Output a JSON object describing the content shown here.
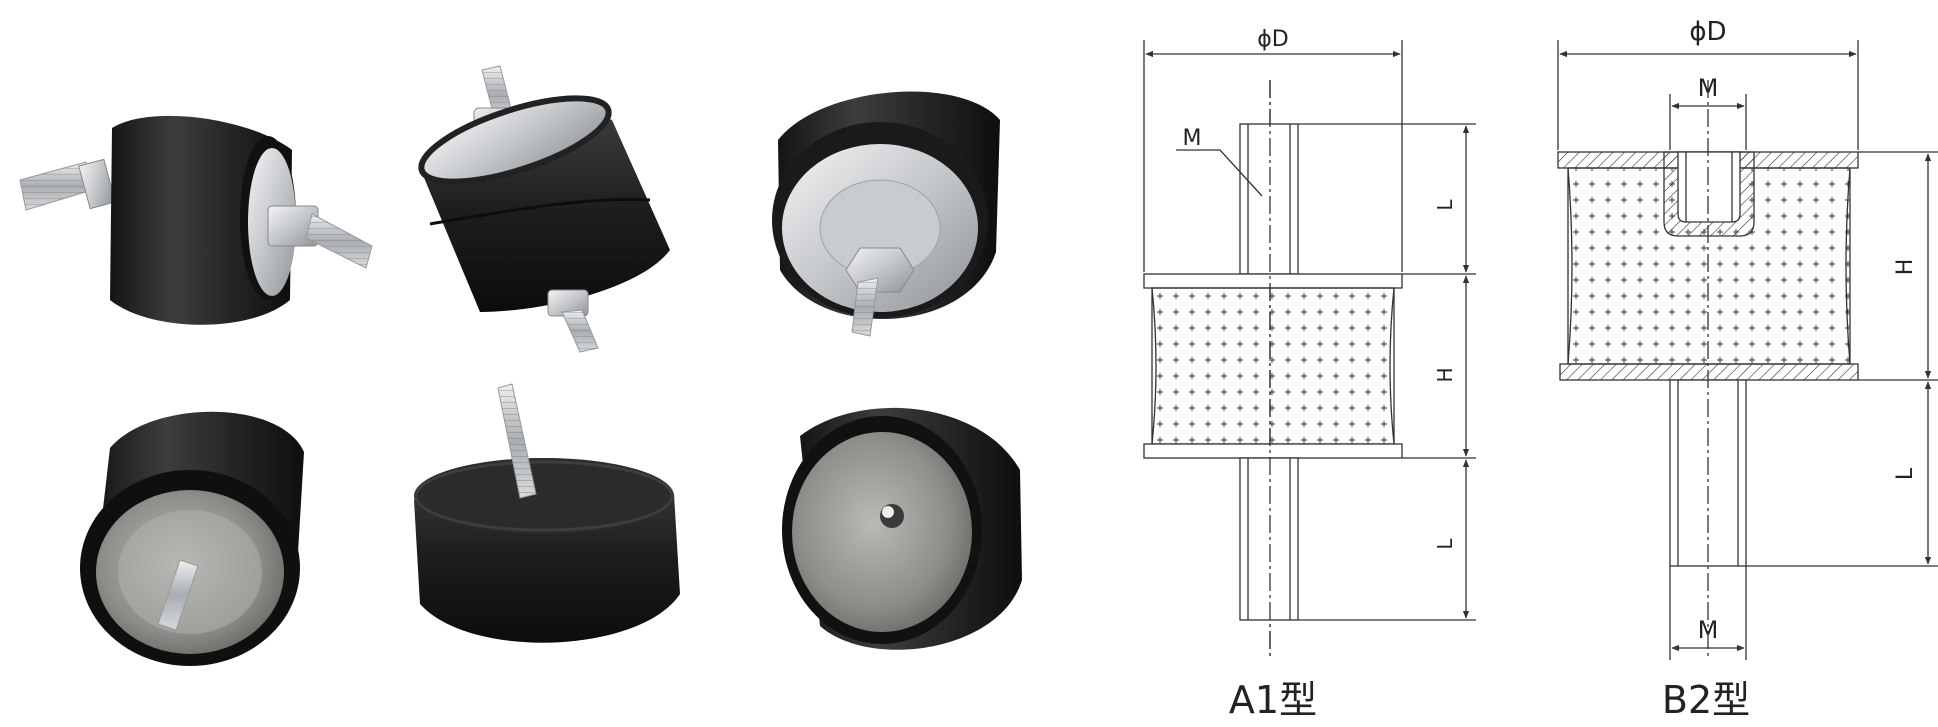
{
  "photos": [
    {
      "name": "double-stud-mount-side"
    },
    {
      "name": "double-stud-mount-angled"
    },
    {
      "name": "single-stud-mount-face"
    },
    {
      "name": "male-stud-mount-bottom"
    },
    {
      "name": "male-stud-mount-top"
    },
    {
      "name": "female-thread-mount"
    }
  ],
  "diagram_a": {
    "diameter_label": "ϕD",
    "thread_label": "M",
    "length_top_label": "L",
    "height_label": "H",
    "length_bottom_label": "L",
    "caption": "A1型"
  },
  "diagram_b": {
    "diameter_label": "ϕD",
    "thread_top_label": "M",
    "height_label": "H",
    "length_label": "L",
    "thread_bottom_label": "M",
    "caption": "B2型"
  },
  "colors": {
    "rubber": "#1e1e1e",
    "rubber_highlight": "#4a4a4a",
    "metal": "#cfd2d4",
    "metal_dark": "#9a9ea2",
    "line": "#333333"
  }
}
